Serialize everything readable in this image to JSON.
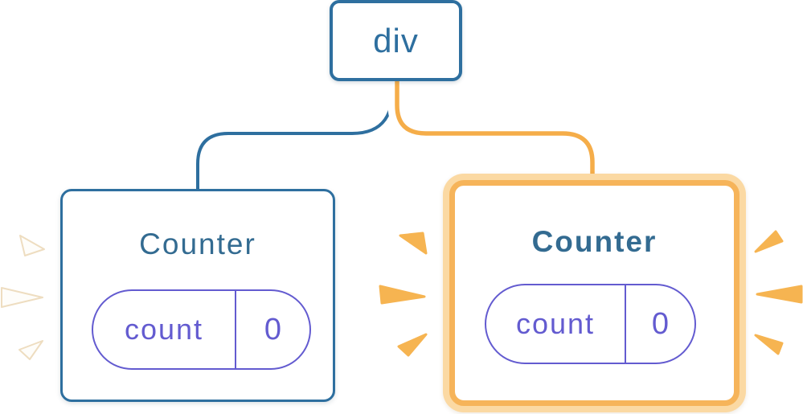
{
  "diagram": {
    "root": {
      "label": "div"
    },
    "cards": [
      {
        "title": "Counter",
        "state": {
          "key": "count",
          "value": "0"
        },
        "highlighted": false
      },
      {
        "title": "Counter",
        "state": {
          "key": "count",
          "value": "0"
        },
        "highlighted": true
      }
    ]
  },
  "colors": {
    "blue": "#2e6f9f",
    "title-blue": "#336b91",
    "purple": "#635bd0",
    "orange-line": "#f5ad49",
    "orange-border": "#f6b45a",
    "peach": "#fbd9a3",
    "sparkle-orange": "#f6b451",
    "sparkle-white": "#fefdfa",
    "wedge-stroke": "#eeddc0",
    "bg": "#ffffff"
  }
}
